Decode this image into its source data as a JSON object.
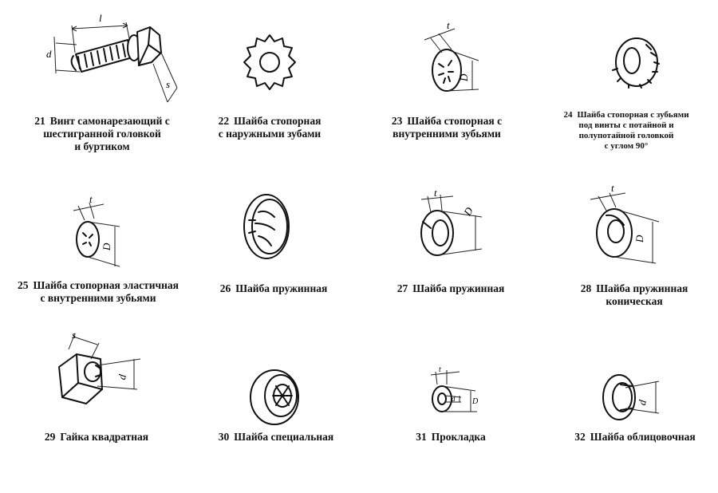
{
  "items": [
    {
      "num": "21",
      "text": "Винт самонарезающий с\nшестигранной головкой\nи буртиком",
      "dims": [
        "l",
        "d",
        "s"
      ]
    },
    {
      "num": "22",
      "text": "Шайба стопорная\nс наружными зубами",
      "dims": []
    },
    {
      "num": "23",
      "text": "Шайба стопорная с\nвнутренними зубьями",
      "dims": [
        "t",
        "D"
      ]
    },
    {
      "num": "24",
      "text": "Шайба стопорная с зубьями\nпод винты с потайной и\nполупотайной головкой\nс углом 90°",
      "dims": []
    },
    {
      "num": "25",
      "text": "Шайба стопорная эластичная\nс внутренними зубьями",
      "dims": [
        "t",
        "D"
      ]
    },
    {
      "num": "26",
      "text": "Шайба пружинная",
      "dims": []
    },
    {
      "num": "27",
      "text": "Шайба пружинная",
      "dims": [
        "t",
        "D"
      ]
    },
    {
      "num": "28",
      "text": "Шайба пружинная\nконическая",
      "dims": [
        "t",
        "D"
      ]
    },
    {
      "num": "29",
      "text": "Гайка квадратная",
      "dims": [
        "s",
        "d"
      ]
    },
    {
      "num": "30",
      "text": "Шайба специальная",
      "dims": []
    },
    {
      "num": "31",
      "text": "Прокладка",
      "dims": [
        "t",
        "D",
        "d"
      ]
    },
    {
      "num": "32",
      "text": "Шайба облицовочная",
      "dims": [
        "d"
      ]
    }
  ]
}
